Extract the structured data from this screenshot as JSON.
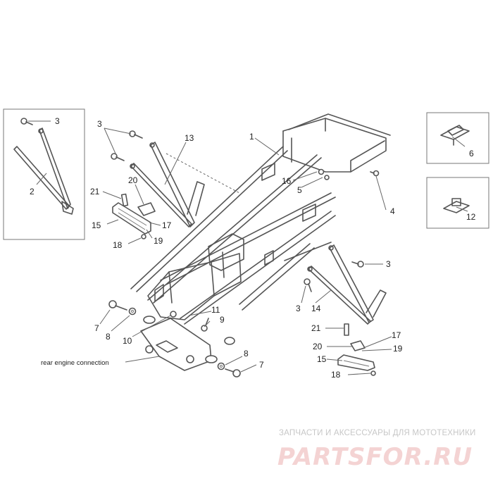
{
  "diagram": {
    "callouts": [
      "1",
      "2",
      "3",
      "4",
      "5",
      "6",
      "7",
      "8",
      "9",
      "10",
      "11",
      "12",
      "13",
      "14",
      "15",
      "16",
      "17",
      "18",
      "19",
      "20",
      "21"
    ],
    "caption": "rear engine connection"
  },
  "watermark": {
    "tagline": "ЗАПЧАСТИ И АКСЕССУАРЫ ДЛЯ МОТОТЕХНИКИ",
    "logo_text": "PARTSFOR.RU",
    "color": "#f4d3d3"
  }
}
